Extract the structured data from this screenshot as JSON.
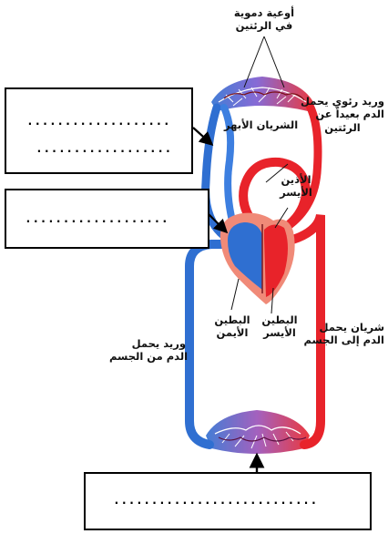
{
  "labels": {
    "lung_vessels": [
      "أوعية دموية",
      "في الرئتين"
    ],
    "pulmonary_vein": [
      "وريد رئوي يحمل",
      "الدم بعيداً عن",
      "الرئتين"
    ],
    "white_artery": "الشريان الأبهر",
    "left_atrium": [
      "الأذين",
      "الأيسر"
    ],
    "right_ventricle": [
      "البطين",
      "الأيمن"
    ],
    "left_ventricle": [
      "البطين",
      "الأيسر"
    ],
    "artery_to_body": [
      "شريان يحمل",
      "الدم إلى الجسم"
    ],
    "vein_from_body": [
      "وريد يحمل",
      "الدم من الجسم"
    ]
  },
  "answer_boxes": {
    "box1_line1": "...................",
    "box1_line2": "..................",
    "box2": "...................",
    "box3": "..........................."
  },
  "colors": {
    "oxygenated": "#e8232a",
    "deoxygenated": "#2f6fd1",
    "heart_outer": "#f08a78"
  }
}
